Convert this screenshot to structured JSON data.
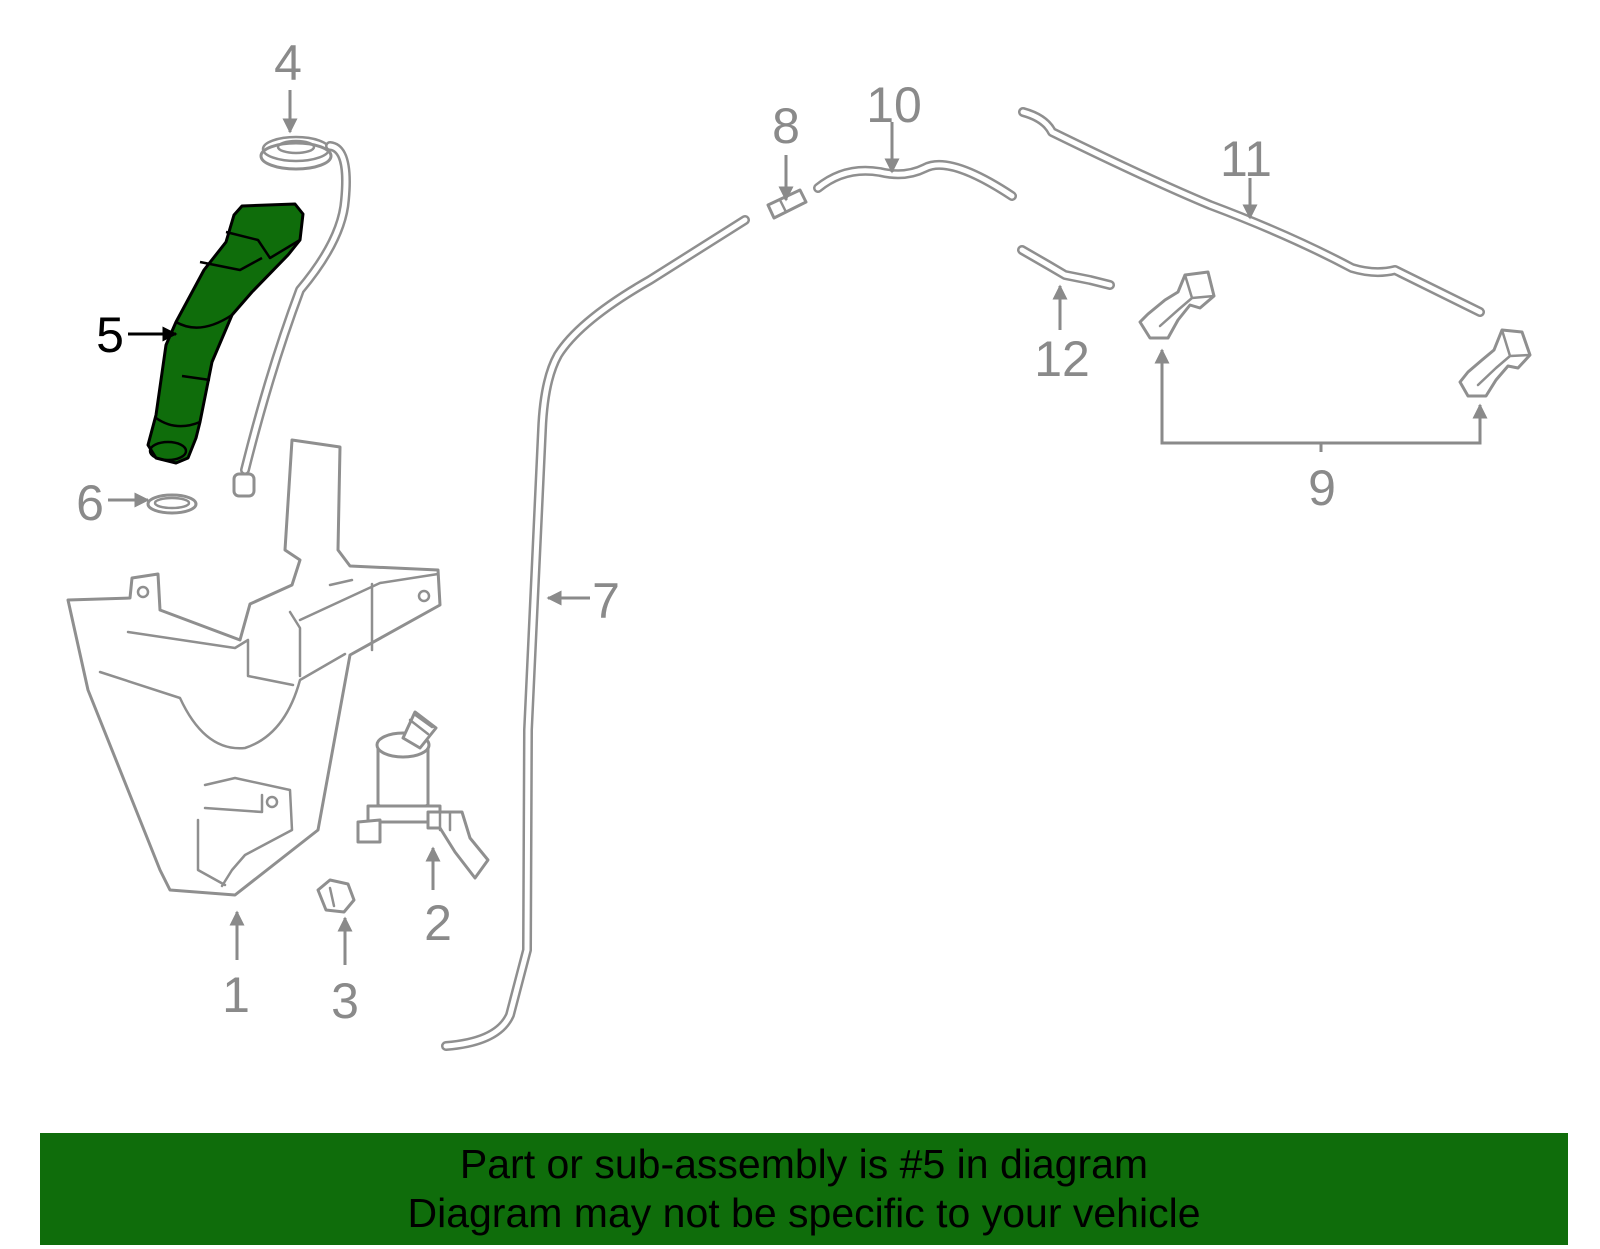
{
  "callouts": {
    "c1": "1",
    "c2": "2",
    "c3": "3",
    "c4": "4",
    "c5": "5",
    "c6": "6",
    "c7": "7",
    "c8": "8",
    "c9": "9",
    "c10": "10",
    "c11": "11",
    "c12": "12"
  },
  "highlighted_part": "5",
  "colors": {
    "highlight": "#0f6d0b",
    "line": "#8f8f8f",
    "banner": "#0f6d0b"
  },
  "banner": {
    "line1": "Part or sub-assembly is #5 in diagram",
    "line2": "Diagram may not be specific to your vehicle"
  }
}
